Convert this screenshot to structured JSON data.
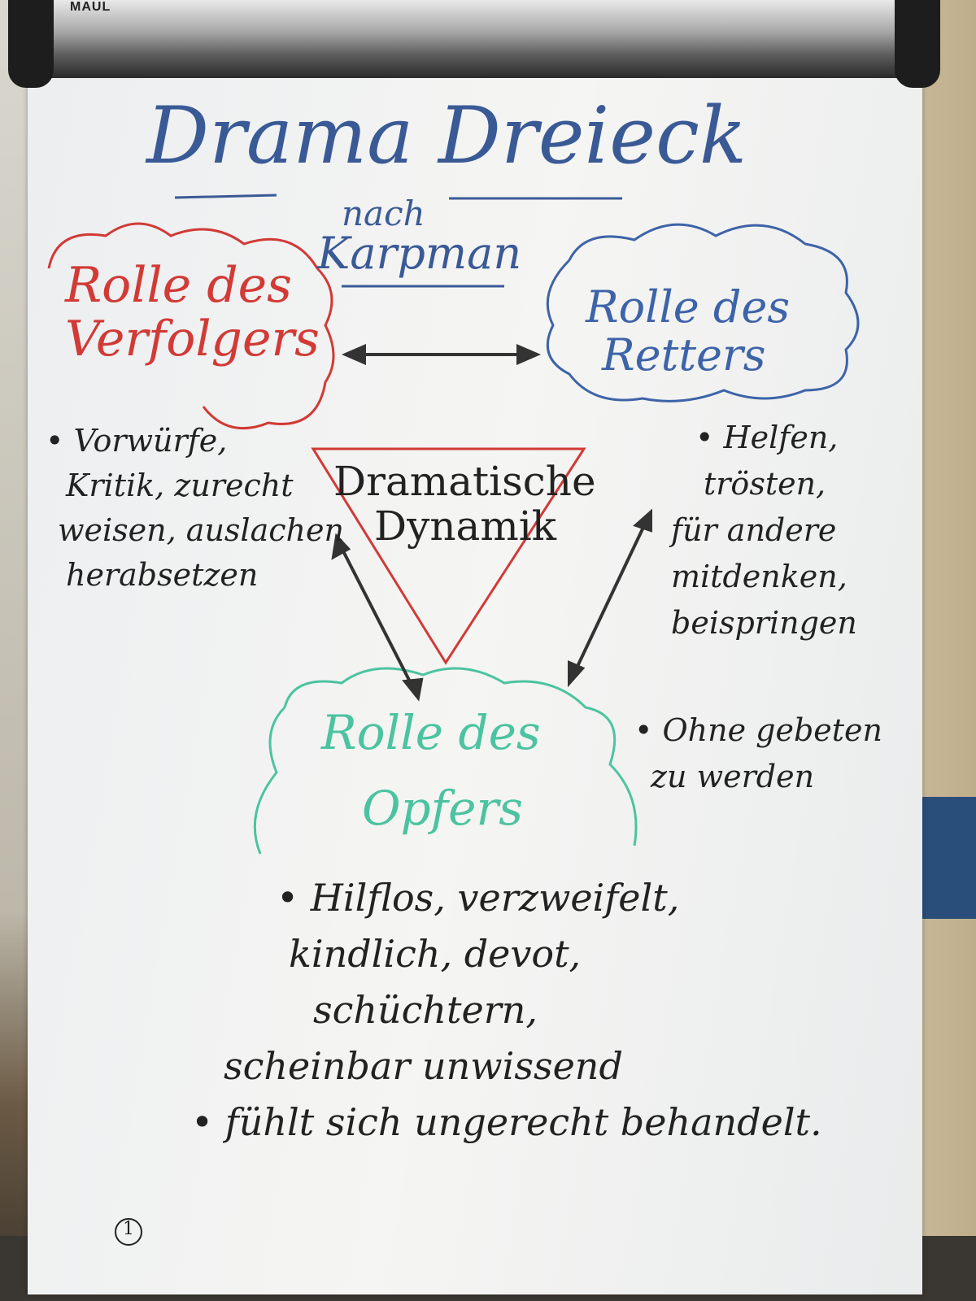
{
  "flipchart": {
    "brand": "MAUL",
    "page_number": "1"
  },
  "title": {
    "main": "Drama Dreieck",
    "sub1": "nach",
    "sub2": "Karpman"
  },
  "roles": {
    "persecutor": {
      "line1": "Rolle des",
      "line2": "Verfolgers",
      "color": "#d13a36"
    },
    "rescuer": {
      "line1": "Rolle des",
      "line2": "Retters",
      "color": "#3d63a8"
    },
    "victim": {
      "line1": "Rolle des",
      "line2": "Opfers",
      "color": "#4cc3a0"
    }
  },
  "center": {
    "line1": "Dramatische",
    "line2": "Dynamik"
  },
  "persecutor_notes": [
    "• Vorwürfe,",
    "Kritik, zurecht",
    "weisen, auslachen",
    "herabsetzen"
  ],
  "rescuer_notes": [
    "• Helfen,",
    "trösten,",
    "für andere",
    "mitdenken,",
    "beispringen"
  ],
  "rescuer_notes2": [
    "• Ohne gebeten",
    "zu werden"
  ],
  "victim_notes": [
    "• Hilflos, verzweifelt,",
    "kindlich, devot,",
    "schüchtern,",
    "scheinbar unwissend",
    "• fühlt sich ungerecht behandelt."
  ]
}
